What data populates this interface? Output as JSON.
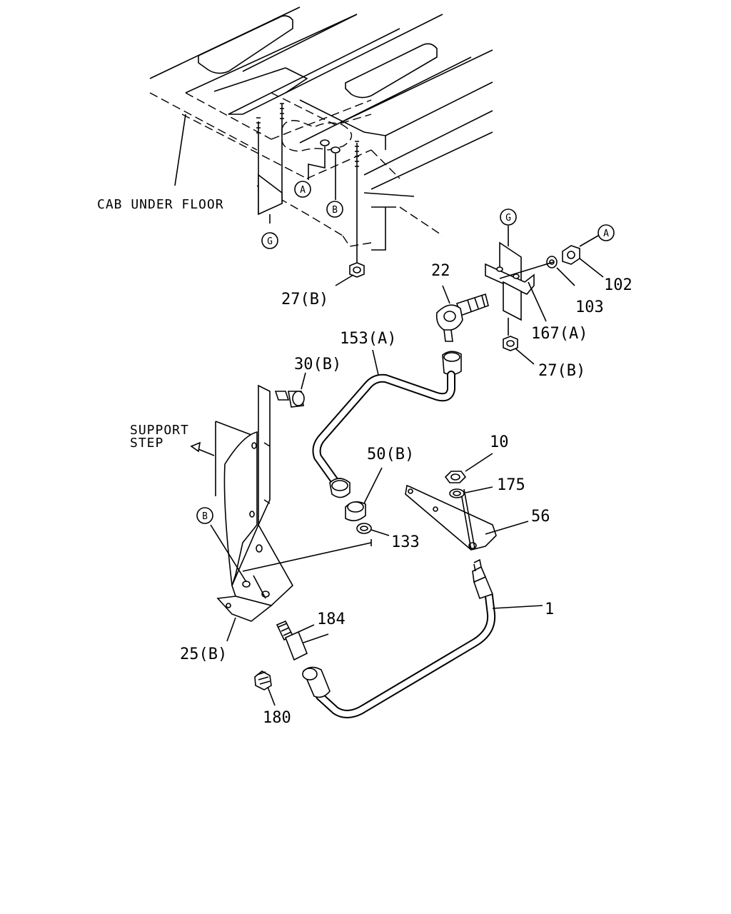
{
  "labels": {
    "cab_under_floor": "CAB UNDER FLOOR",
    "support_step_1": "SUPPORT",
    "support_step_2": "STEP",
    "p27b_top": "27(B)",
    "p22": "22",
    "p102": "102",
    "p103": "103",
    "p167a": "167(A)",
    "p27b_right": "27(B)",
    "p153a": "153(A)",
    "p30b": "30(B)",
    "p50b": "50(B)",
    "p10": "10",
    "p175": "175",
    "p56": "56",
    "p133": "133",
    "p1": "1",
    "p184": "184",
    "p25b": "25(B)",
    "p180": "180"
  },
  "refs": {
    "a_top": "A",
    "b_top": "B",
    "g_left": "G",
    "g_right": "G",
    "a_right": "A",
    "b_left": "B"
  }
}
